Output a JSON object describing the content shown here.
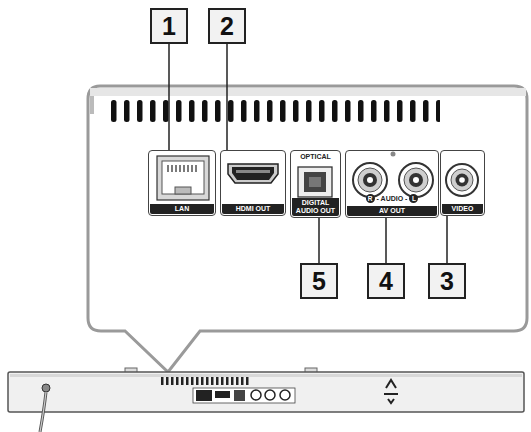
{
  "diagram": {
    "nodes": [
      {
        "text": [
          "1"
        ]
      },
      {
        "text": [
          "2"
        ]
      },
      {
        "text": [
          "LAN"
        ]
      },
      {
        "text": [
          "HDMI OUT"
        ]
      },
      {
        "text": [
          "OPTICAL",
          "DIGITAL AUDIO OUT"
        ]
      },
      {
        "text": [
          "R",
          "- AUDIO -",
          "L",
          "AV OUT"
        ]
      },
      {
        "text": [
          "VIDEO"
        ]
      },
      {
        "text": [
          "5"
        ]
      },
      {
        "text": [
          "4"
        ]
      },
      {
        "text": [
          "3"
        ]
      }
    ],
    "edges": [
      {
        "from": 0,
        "to": 2,
        "arrow": "none"
      },
      {
        "from": 1,
        "to": 3,
        "arrow": "none"
      },
      {
        "from": 7,
        "to": 4,
        "arrow": "none"
      },
      {
        "from": 8,
        "to": 5,
        "arrow": "none"
      },
      {
        "from": 9,
        "to": 6,
        "arrow": "none"
      }
    ]
  }
}
